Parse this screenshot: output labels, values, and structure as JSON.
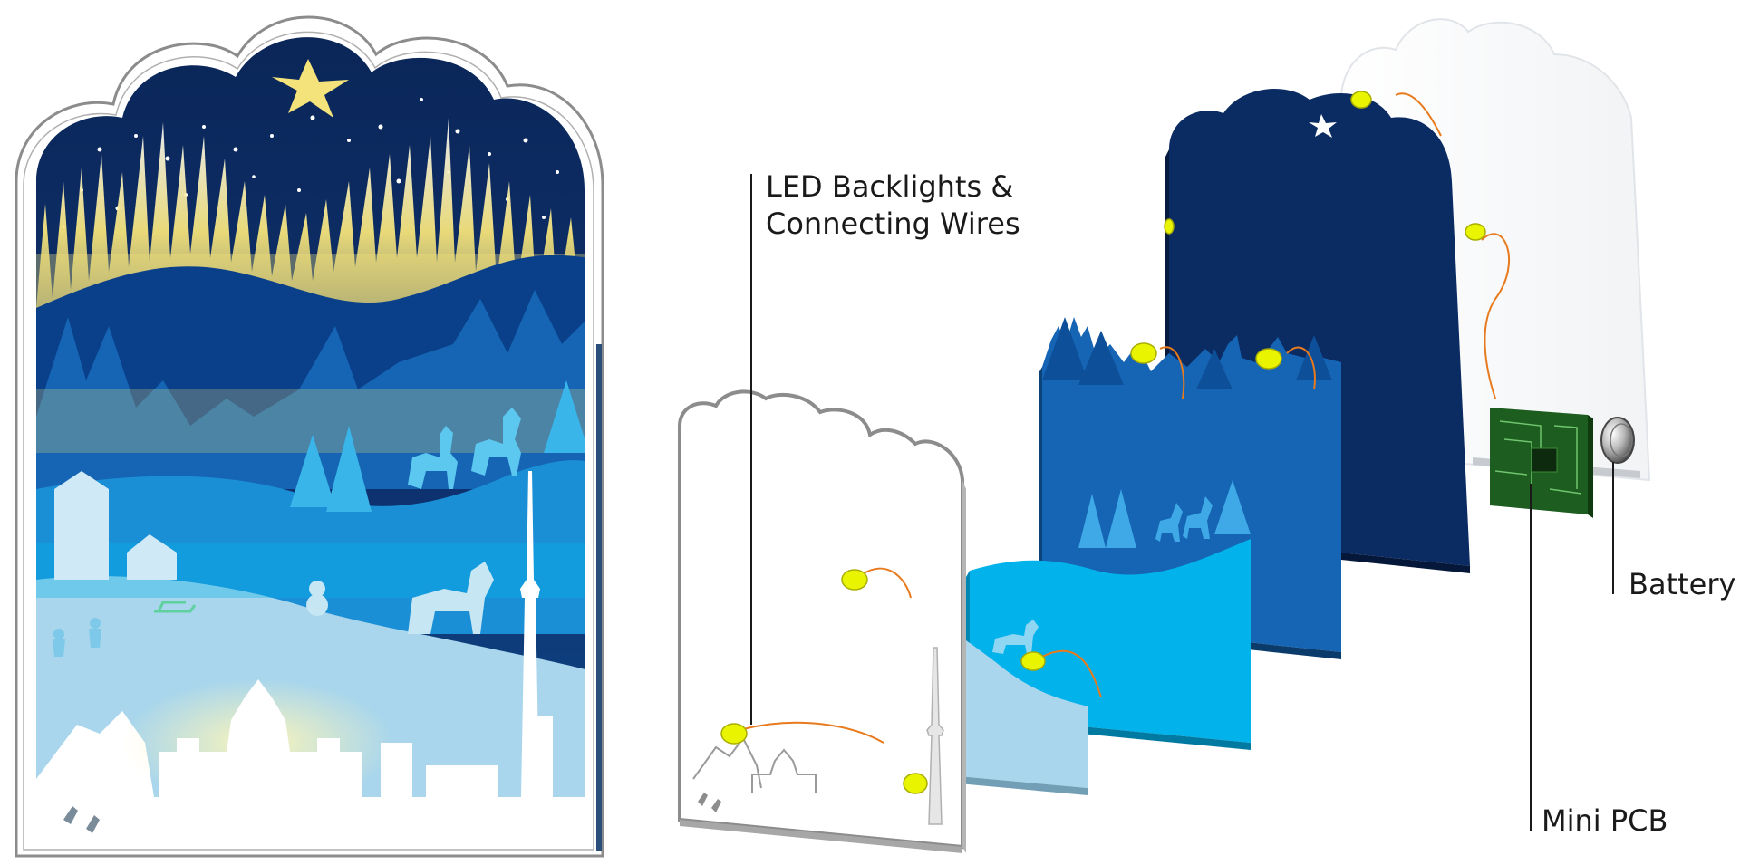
{
  "callouts": {
    "led_line1": "LED Backlights &",
    "led_line2": "Connecting Wires",
    "battery": "Battery",
    "mini_pcb": "Mini PCB"
  },
  "colors": {
    "night_sky": "#0b2b63",
    "deep_blue": "#0a3f8a",
    "mid_blue": "#1565b4",
    "cyan": "#02b2eb",
    "light_blue": "#a9d6ec",
    "aurora_yellow": "#f4e27a",
    "led_yellow": "#e8f400",
    "wire_orange": "#e87a1e",
    "pcb_green": "#1d5d1f",
    "frame_grey": "#8c8c8c"
  },
  "icons": [
    "star-icon",
    "cn-tower-icon",
    "moose-icon",
    "deer-icon",
    "pine-tree-icon",
    "house-icon",
    "hockey-player-icon",
    "snowman-icon",
    "sled-icon",
    "skier-icon",
    "mountain-icon",
    "parliament-icon",
    "led-icon",
    "battery-icon",
    "pcb-chip-icon"
  ]
}
